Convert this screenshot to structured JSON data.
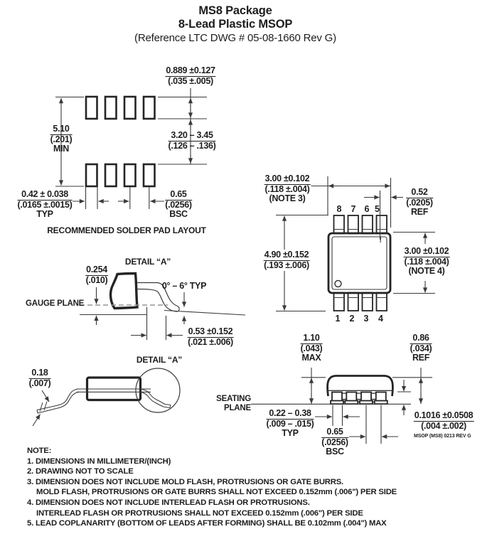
{
  "title": {
    "line1": "MS8 Package",
    "line2": "8-Lead Plastic MSOP",
    "line3": "(Reference LTC DWG # 05-08-1660 Rev G)"
  },
  "pad_layout": {
    "caption": "RECOMMENDED SOLDER PAD LAYOUT",
    "pad_height": {
      "mm": "0.889 ±0.127",
      "inch": "(.035 ±.005)"
    },
    "row_span": {
      "mm": "5.10",
      "inch": "(.201)",
      "note": "MIN"
    },
    "row_gap": {
      "mm": "3.20 – 3.45",
      "inch": "(.126 – .136)"
    },
    "pad_width": {
      "mm": "0.42 ± 0.038",
      "inch": "(.0165 ±.0015)",
      "note": "TYP"
    },
    "pad_pitch": {
      "mm": "0.65",
      "inch": "(.0256)",
      "note": "BSC"
    }
  },
  "top_view": {
    "pins_top": [
      "8",
      "7",
      "6",
      "5"
    ],
    "pins_bottom": [
      "1",
      "2",
      "3",
      "4"
    ],
    "body_width": {
      "mm": "3.00 ±0.102",
      "inch": "(.118 ±.004)",
      "note": "(NOTE 3)"
    },
    "lead_tip_ref": {
      "mm": "0.52",
      "inch": "(.0205)",
      "note": "REF"
    },
    "overall_length": {
      "mm": "4.90 ±0.152",
      "inch": "(.193 ±.006)"
    },
    "body_height": {
      "mm": "3.00 ±0.102",
      "inch": "(.118 ±.004)",
      "note": "(NOTE 4)"
    }
  },
  "detail_a": {
    "title": "DETAIL “A”",
    "gauge_offset": {
      "mm": "0.254",
      "inch": "(.010)"
    },
    "lead_angle": "0° – 6° TYP",
    "gauge_plane_label": "GAUGE PLANE",
    "foot_length": {
      "mm": "0.53 ±0.152",
      "inch": "(.021 ±.006)"
    }
  },
  "side_view": {
    "detail_label": "DETAIL “A”",
    "lead_thickness": {
      "mm": "0.18",
      "inch": "(.007)"
    }
  },
  "end_view": {
    "seating_line1": "SEATING",
    "seating_line2": "PLANE",
    "max_height": {
      "mm": "1.10",
      "inch": "(.043)",
      "note": "MAX"
    },
    "body_ref": {
      "mm": "0.86",
      "inch": "(.034)",
      "note": "REF"
    },
    "lead_width": {
      "mm": "0.22 – 0.38",
      "inch": "(.009 – .015)",
      "note": "TYP"
    },
    "lead_pitch": {
      "mm": "0.65",
      "inch": "(.0256)",
      "note": "BSC"
    },
    "standoff": {
      "mm": "0.1016 ±0.0508",
      "inch": "(.004 ±.002)"
    },
    "rev_code": "MSOP (MS8) 0213 REV G"
  },
  "notes": [
    "NOTE:",
    "1. DIMENSIONS IN MILLIMETER/(INCH)",
    "2. DRAWING NOT TO SCALE",
    "3. DIMENSION DOES NOT INCLUDE MOLD FLASH, PROTRUSIONS OR GATE BURRS.",
    "MOLD FLASH, PROTRUSIONS OR GATE BURRS SHALL NOT EXCEED 0.152mm (.006\") PER SIDE",
    "4. DIMENSION DOES NOT INCLUDE INTERLEAD FLASH OR PROTRUSIONS.",
    "INTERLEAD FLASH OR PROTRUSIONS SHALL NOT EXCEED 0.152mm (.006\") PER SIDE",
    "5. LEAD COPLANARITY (BOTTOM OF LEADS AFTER FORMING) SHALL BE 0.102mm (.004\") MAX"
  ]
}
